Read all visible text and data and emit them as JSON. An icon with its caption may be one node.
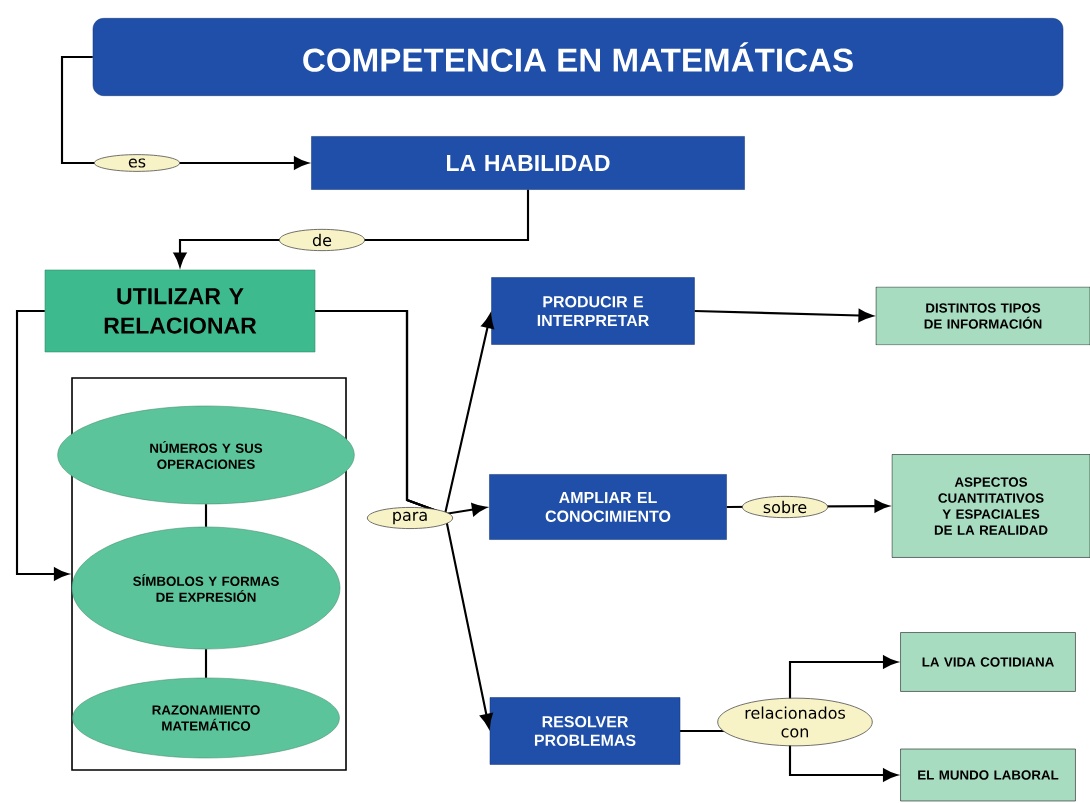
{
  "diagram": {
    "title": "COMPETENCIA EN MATEMÁTICAS",
    "nodes": [
      {
        "text": [
          "LA HABILIDAD"
        ]
      },
      {
        "text": [
          "UTILIZAR Y RELACIONAR"
        ]
      },
      {
        "text": [],
        "shape": "box"
      },
      {
        "text": [
          "NÚMEROS Y SUS OPERACIONES"
        ],
        "in": 2
      },
      {
        "text": [
          "SÍMBOLOS Y FORMAS DE EXPRESIÓN"
        ],
        "in": 2
      },
      {
        "text": [
          "RAZONAMIENTO MATEMÁTICO"
        ],
        "in": 2
      },
      {
        "text": [
          "PRODUCIR E INTERPRETAR"
        ]
      },
      {
        "text": [
          "AMPLIAR EL CONOCIMIENTO"
        ]
      },
      {
        "text": [
          "RESOLVER PROBLEMAS"
        ]
      },
      {
        "text": [
          "DISTINTOS TIPOS DE INFORMACIÓN"
        ]
      },
      {
        "text": [
          "ASPECTOS CUANTITATIVOS Y ESPACIALES DE LA REALIDAD"
        ]
      },
      {
        "text": [
          "LA VIDA COTIDIANA"
        ]
      },
      {
        "text": [
          "EL MUNDO LABORAL"
        ]
      }
    ],
    "edges": [
      {
        "from": null,
        "to": 0,
        "arrow": "to",
        "label": "es"
      },
      {
        "from": 0,
        "to": 1,
        "arrow": "to",
        "label": "de"
      },
      {
        "from": 1,
        "to": 2,
        "arrow": "to"
      },
      {
        "from": 3,
        "to": 4,
        "arrow": "none"
      },
      {
        "from": 4,
        "to": 5,
        "arrow": "none"
      },
      {
        "from": 1,
        "to": 6,
        "arrow": "to"
      },
      {
        "from": 1,
        "to": 7,
        "arrow": "to",
        "label": "para"
      },
      {
        "from": 1,
        "to": 8,
        "arrow": "to"
      },
      {
        "from": 6,
        "to": 9,
        "arrow": "to"
      },
      {
        "from": 7,
        "to": 10,
        "arrow": "to",
        "label": "sobre"
      },
      {
        "from": 8,
        "to": 11,
        "arrow": "to",
        "label": "relacionados con"
      },
      {
        "from": 8,
        "to": 12,
        "arrow": "to"
      }
    ]
  }
}
